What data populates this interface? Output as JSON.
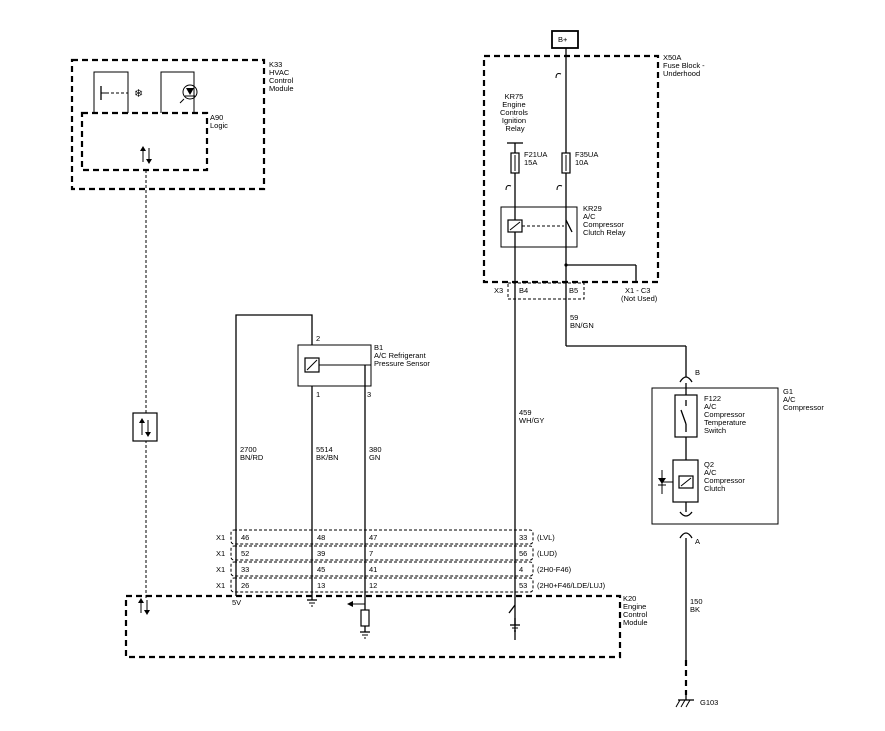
{
  "power": {
    "label": "B+"
  },
  "modules": {
    "k33": {
      "lines": [
        "K33",
        "HVAC",
        "Control",
        "Module"
      ]
    },
    "a90": {
      "lines": [
        "A90",
        "Logic"
      ]
    },
    "x50a": {
      "lines": [
        "X50A",
        "Fuse Block -",
        "Underhood"
      ]
    },
    "kr75": {
      "lines": [
        "KR75",
        "Engine",
        "Controls",
        "Ignition",
        "Relay"
      ]
    },
    "f21ua": {
      "lines": [
        "F21UA",
        "15A"
      ]
    },
    "f35ua": {
      "lines": [
        "F35UA",
        "10A"
      ]
    },
    "kr29": {
      "lines": [
        "KR29",
        "A/C",
        "Compressor",
        "Clutch Relay"
      ]
    },
    "b1": {
      "lines": [
        "B1",
        "A/C Refrigerant",
        "Pressure Sensor"
      ]
    },
    "g1": {
      "lines": [
        "G1",
        "A/C",
        "Compressor"
      ]
    },
    "f122": {
      "lines": [
        "F122",
        "A/C",
        "Compressor",
        "Temperature",
        "Switch"
      ]
    },
    "q2": {
      "lines": [
        "Q2",
        "A/C",
        "Compressor",
        "Clutch"
      ]
    },
    "k20": {
      "lines": [
        "K20",
        "Engine",
        "Control",
        "Module"
      ]
    }
  },
  "connectors": {
    "x3": "X3",
    "b4": "B4",
    "b5": "B5",
    "x1c3": "X1 - C3",
    "not_used": "(Not Used)",
    "b1_pin2": "2",
    "b1_pin1": "1",
    "b1_pin3": "3",
    "g1_pin_b": "B",
    "g1_pin_a": "A"
  },
  "wires": {
    "w59": {
      "circuit": "59",
      "color": "BN/GN"
    },
    "w459": {
      "circuit": "459",
      "color": "WH/GY"
    },
    "w2700": {
      "circuit": "2700",
      "color": "BN/RD"
    },
    "w5514": {
      "circuit": "5514",
      "color": "BK/BN"
    },
    "w380": {
      "circuit": "380",
      "color": "GN"
    },
    "w150": {
      "circuit": "150",
      "color": "BK"
    }
  },
  "pin_rows": [
    {
      "conn": "X1",
      "p2700": "46",
      "p5514": "48",
      "p380": "47",
      "p459": "33",
      "variant": "(LVL)"
    },
    {
      "conn": "X1",
      "p2700": "52",
      "p5514": "39",
      "p380": "7",
      "p459": "56",
      "variant": "(LUD)"
    },
    {
      "conn": "X1",
      "p2700": "33",
      "p5514": "45",
      "p380": "41",
      "p459": "4",
      "variant": "(2H0-F46)"
    },
    {
      "conn": "X1",
      "p2700": "26",
      "p5514": "13",
      "p380": "12",
      "p459": "53",
      "variant": "(2H0+F46/LDE/LUJ)"
    }
  ],
  "ecm_labels": {
    "ref_5v": "5V"
  },
  "ground": {
    "label": "G103"
  }
}
